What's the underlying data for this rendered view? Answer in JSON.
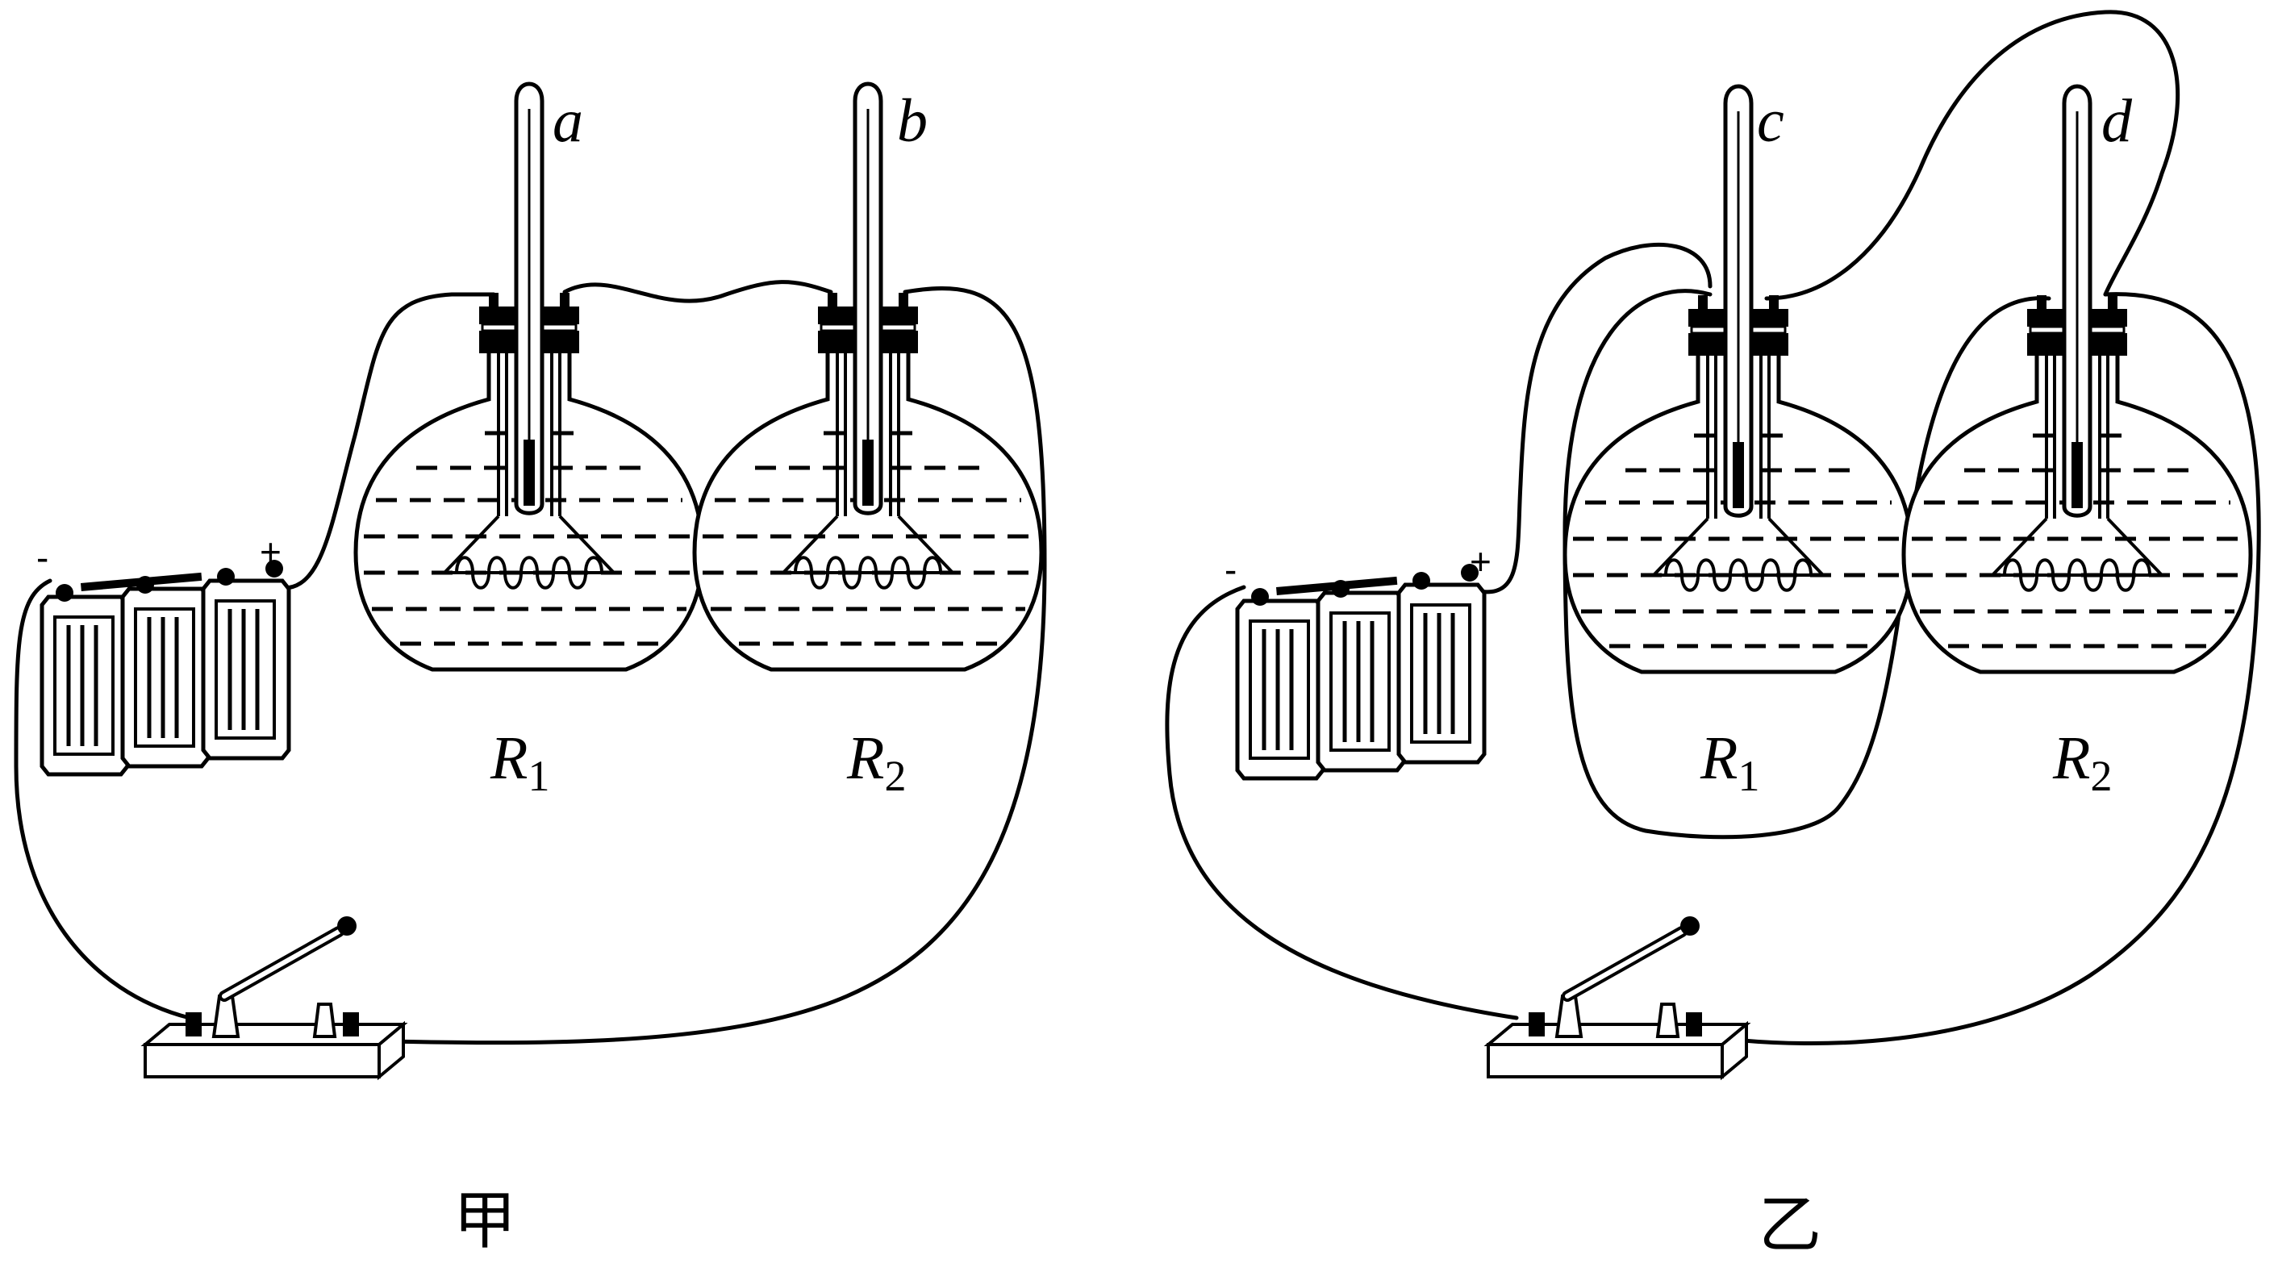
{
  "diagrams": [
    {
      "caption": "甲",
      "battery": {
        "minus": "-",
        "plus": "+"
      },
      "flasks": [
        {
          "resistor": "R",
          "subscript": "1",
          "thermometer": "a"
        },
        {
          "resistor": "R",
          "subscript": "2",
          "thermometer": "b"
        }
      ]
    },
    {
      "caption": "乙",
      "battery": {
        "minus": "-",
        "plus": "+"
      },
      "flasks": [
        {
          "resistor": "R",
          "subscript": "1",
          "thermometer": "c"
        },
        {
          "resistor": "R",
          "subscript": "2",
          "thermometer": "d"
        }
      ]
    }
  ],
  "icons": [
    "battery-pack-icon",
    "flask-icon",
    "thermometer-icon",
    "heating-coil-icon",
    "knife-switch-icon"
  ]
}
